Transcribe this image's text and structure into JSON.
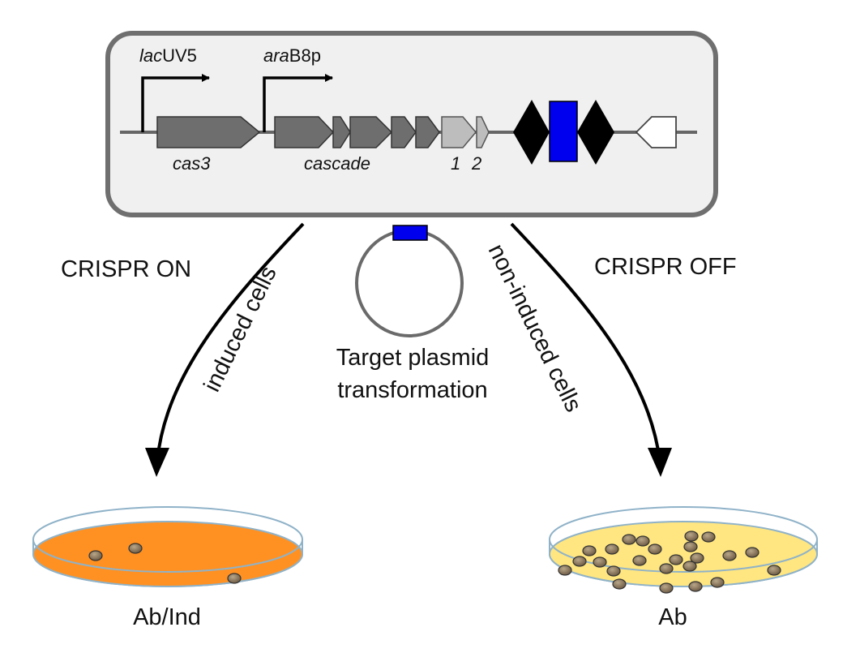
{
  "operon": {
    "promoters": [
      {
        "italic": "lac",
        "rest": "UV5"
      },
      {
        "italic": "ara",
        "rest": "B8p"
      }
    ],
    "gene_labels": {
      "cas3": "cas3",
      "cascade": "cascade",
      "gene1": "1",
      "gene2": "2"
    }
  },
  "plasmid": {
    "label_line1": "Target plasmid",
    "label_line2": "transformation"
  },
  "branches": {
    "left_state": "CRISPR ON",
    "left_path": "induced cells",
    "right_state": "CRISPR OFF",
    "right_path": "non-induced cells"
  },
  "plates": {
    "left_label": "Ab/Ind",
    "right_label": "Ab"
  },
  "colors": {
    "gene_dark": "#6e6e6e",
    "gene_light": "#bdbdbd",
    "spacer_blue": "#0000ee",
    "repeat_black": "#000000",
    "box_fill": "#f0f0f0",
    "box_border": "#6f6f6f",
    "plate_left_medium": "#ff9122",
    "plate_right_medium": "#ffe680",
    "plate_rim": "#8fb2c8",
    "colony": "#8c7860"
  }
}
